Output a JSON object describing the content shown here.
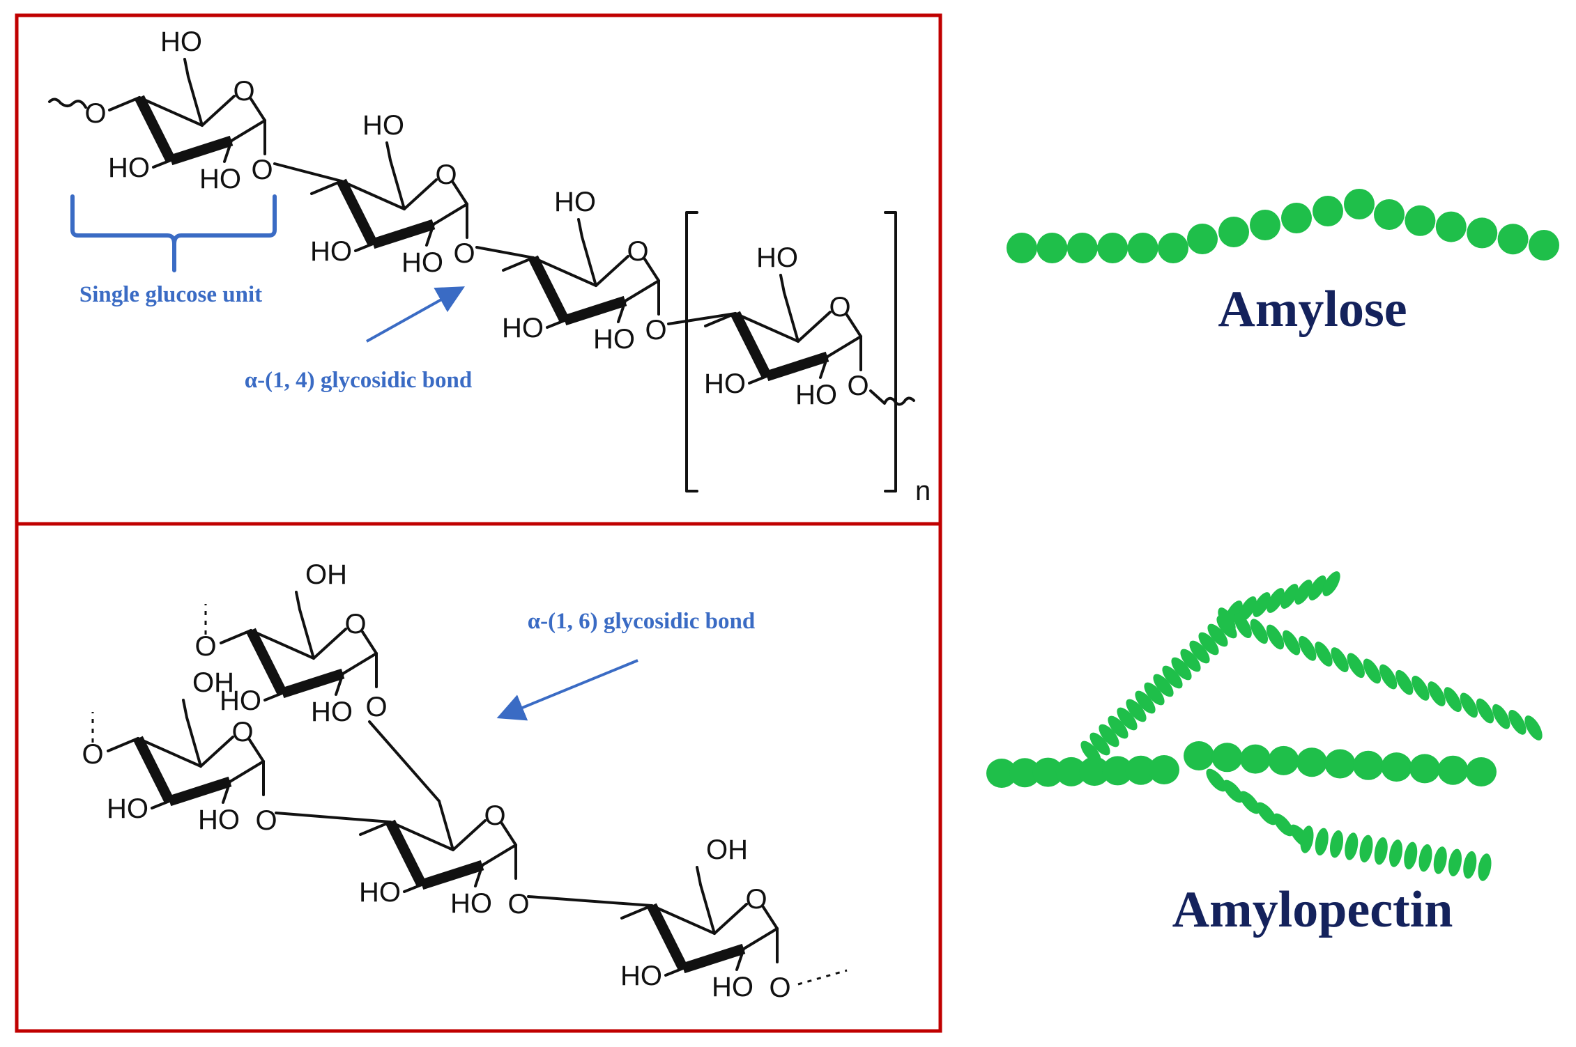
{
  "colors": {
    "panel_border": "#c00000",
    "annotation": "#3a6bc4",
    "bead": "#1fbf4a",
    "title": "#14225c",
    "structure": "#111111"
  },
  "top_panel": {
    "brace_label": "Single glucose unit",
    "bond_label": "α-(1, 4) glycosidic bond",
    "repeat_subscript": "n"
  },
  "bottom_panel": {
    "bond_label": "α-(1, 6) glycosidic bond"
  },
  "atom_labels": {
    "hydroxyl": "HO",
    "hydroxyl_right": "OH",
    "ring_oxygen": "O"
  },
  "models": {
    "amylose_label": "Amylose",
    "amylopectin_label": "Amylopectin"
  },
  "icons": [
    "bracket-icon",
    "arrow-icon",
    "brace-icon",
    "wavy-bond-icon",
    "dashed-bond-icon"
  ]
}
